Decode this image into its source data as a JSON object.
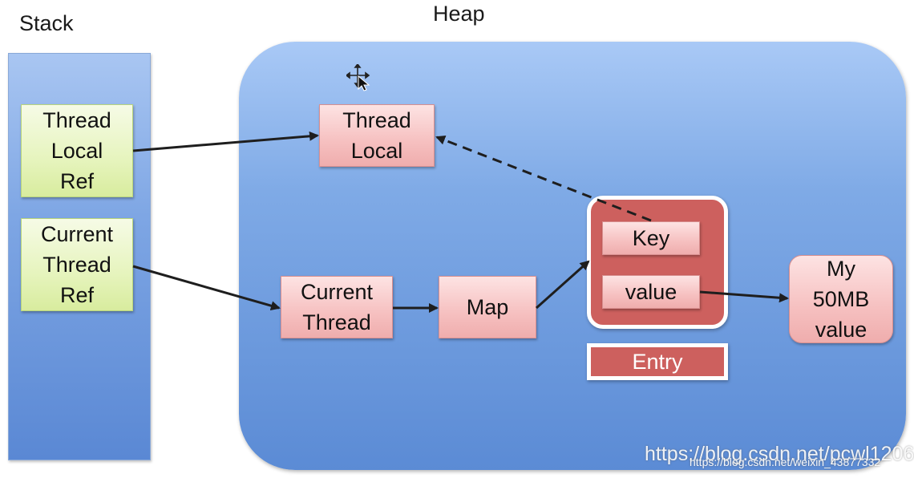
{
  "titles": {
    "stack": "Stack",
    "heap": "Heap"
  },
  "stack_boxes": {
    "thread_local_ref": "Thread\nLocal\nRef",
    "current_thread_ref": "Current\nThread\nRef"
  },
  "heap_boxes": {
    "thread_local": "Thread\nLocal",
    "current_thread": "Current\nThread",
    "map": "Map",
    "key": "Key",
    "value": "value",
    "entry": "Entry",
    "my_value": "My\n50MB\nvalue"
  },
  "watermark": {
    "large": "https://blog.csdn.net/pcwl1206",
    "small": "https://blog.csdn.net/weixin_43877332"
  },
  "colors": {
    "stack_green": "#e6f4bd",
    "heap_pink": "#f6c0c0",
    "entry_red": "#cd605e",
    "heap_blue": "#7faae6",
    "arrow": "#1e1e1e"
  },
  "icons": {
    "cursor": "move-cursor-icon"
  }
}
